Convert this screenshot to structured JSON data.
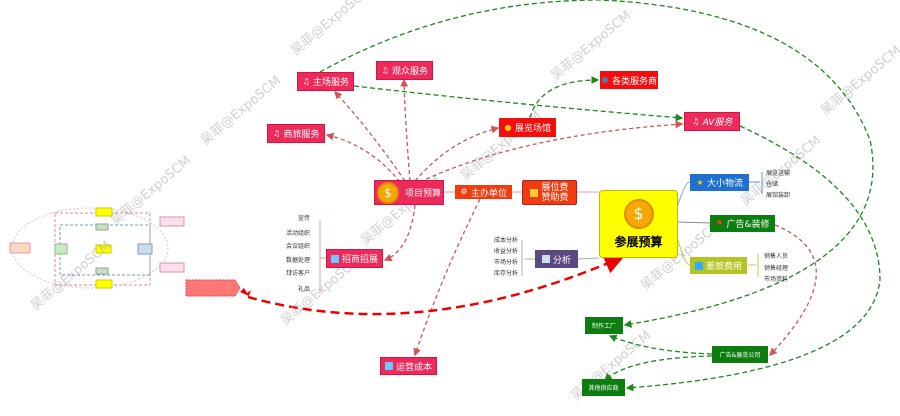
{
  "nodes": {
    "main_service": "主场服务",
    "audience_service": "观众服务",
    "travel_service": "商旅服务",
    "venue": "展览场馆",
    "vendors": "各类服务商",
    "av_service": "AV服务",
    "project_budget": "项目预算",
    "organizer": "主办单位",
    "booth_fee": "展位费\n赞助费",
    "booth_fee_line1": "展位费",
    "booth_fee_line2": "赞助费",
    "exhibit_budget": "参展预算",
    "logistics": "大小物流",
    "ads_decoration": "广告&装修",
    "travel_cost": "差旅费用",
    "analysis": "分析",
    "recruit": "招商招展",
    "operating_cost": "运营成本",
    "factory": "制作工厂",
    "ad_company": "广告&展览公司",
    "other_suppliers": "其他供应商"
  },
  "logistics_items": [
    "展览运输",
    "仓储",
    "展馆装卸"
  ],
  "travel_items": [
    "销售人员",
    "销售经理",
    "市场资料"
  ],
  "analysis_items": [
    "成本分析",
    "收益分析",
    "市场分析",
    "库存分析"
  ],
  "recruit_items": [
    "宣传",
    "活动组织",
    "会议组织",
    "数据处理",
    "拜访客户",
    "礼品"
  ],
  "watermark": "吴菲@ExpoSCM",
  "colors": {
    "pink": "#ee2a5a",
    "red": "#f50d0d",
    "green": "#0d7d12",
    "yellow": "#ffff00",
    "blue": "#1e6fd0",
    "olive": "#b5c424",
    "purple": "#5a4a80"
  }
}
